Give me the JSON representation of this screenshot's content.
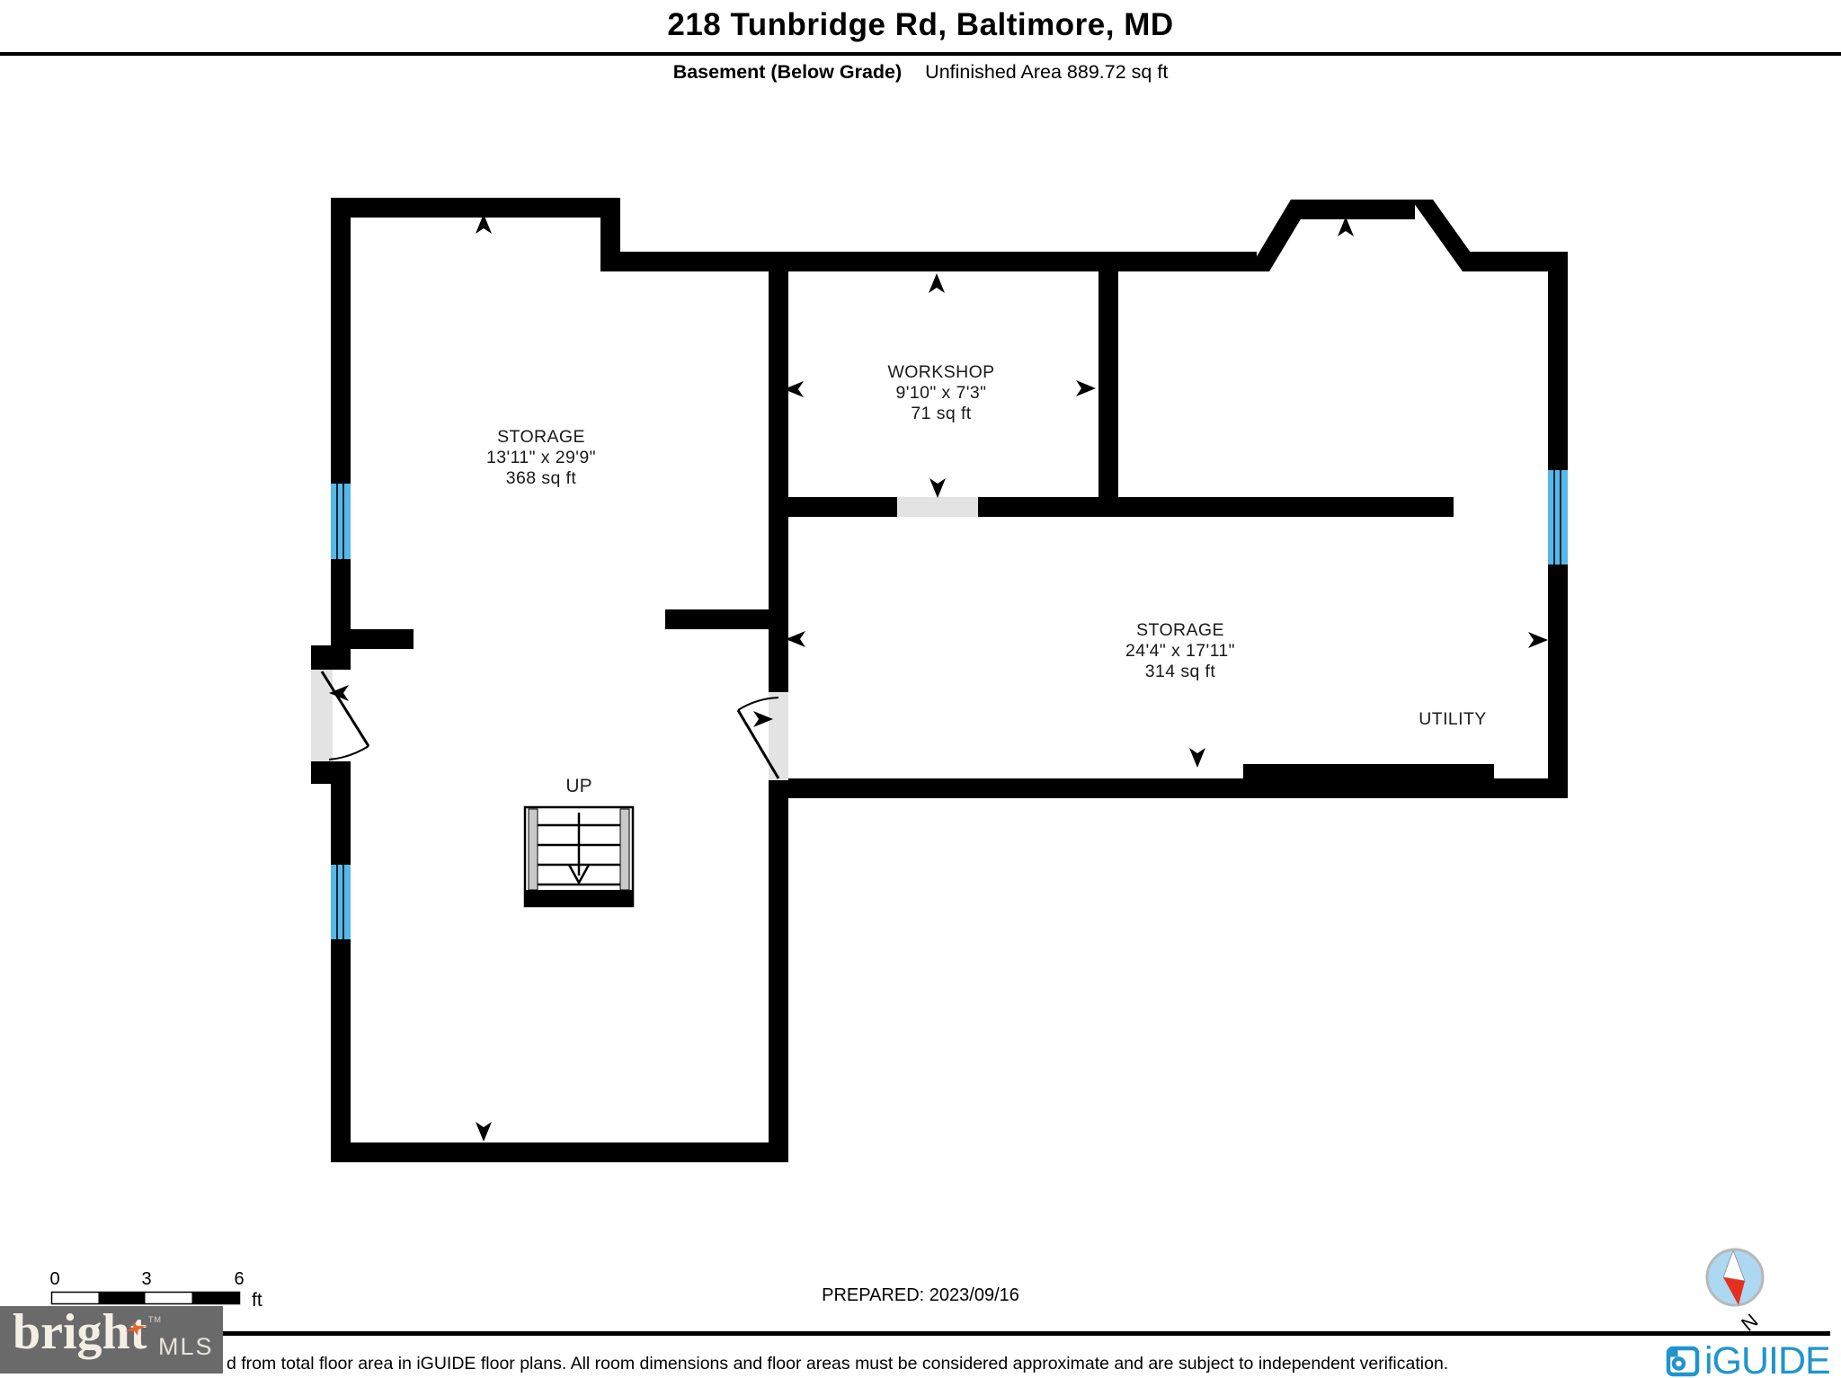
{
  "header": {
    "title": "218 Tunbridge Rd, Baltimore, MD",
    "floor_label": "Basement (Below Grade)",
    "area_label": "Unfinished Area 889.72 sq ft"
  },
  "rooms": {
    "storage_left": {
      "name": "STORAGE",
      "dims": "13'11\" x 29'9\"",
      "area": "368 sq ft"
    },
    "workshop": {
      "name": "WORKSHOP",
      "dims": "9'10\" x 7'3\"",
      "area": "71 sq ft"
    },
    "storage_right": {
      "name": "STORAGE",
      "dims": "24'4\" x 17'11\"",
      "area": "314 sq ft"
    },
    "utility": {
      "name": "UTILITY"
    }
  },
  "stairs": {
    "direction_label": "UP"
  },
  "scale_bar": {
    "tick_0": "0",
    "tick_3": "3",
    "tick_6": "6",
    "unit": "ft"
  },
  "compass": {
    "north_label": "N"
  },
  "footer": {
    "prepared": "PREPARED: 2023/09/16",
    "disclaimer": "d from total floor area in iGUIDE floor plans. All room dimensions and floor areas must be considered approximate and are subject to independent verification.",
    "brand": {
      "name": "bright",
      "tm": "TM",
      "suffix": "MLS"
    },
    "iguide_label": "iGUIDE"
  },
  "colors": {
    "wall": "#000000",
    "window_blue": "#54b8e9",
    "door_gray": "#e3e3e3",
    "iguide_blue": "#2095cd",
    "brand_box_gray": "#6a6a6a",
    "brand_star_orange": "#e8622d",
    "compass_fill": "#aed7f2",
    "compass_red": "#e5301f"
  }
}
